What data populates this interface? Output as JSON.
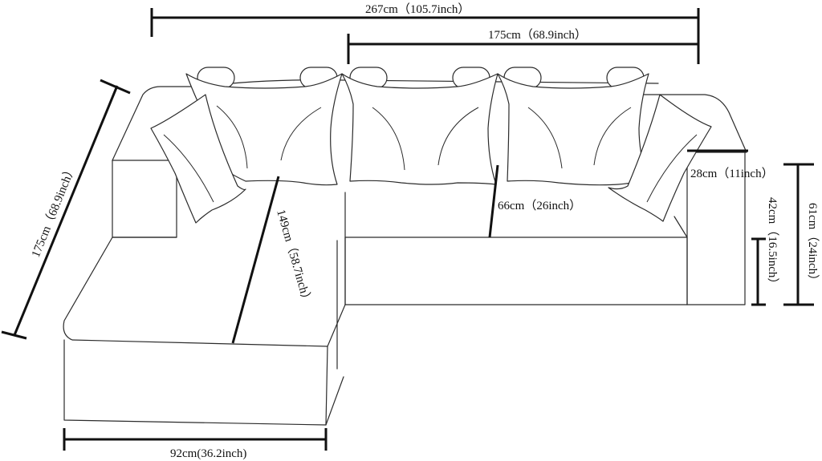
{
  "dimensions": {
    "overall_width": "267cm（105.7inch）",
    "back_width": "175cm（68.9inch）",
    "chaise_length": "175cm（68.9inch）",
    "chaise_depth": "149cm（58.7inch）",
    "seat_depth": "66cm（26inch）",
    "arm_width": "28cm（11inch）",
    "seat_height": "42cm（16.5inch）",
    "total_height": "61cm（24inch）",
    "chaise_width": "92cm(36.2inch)"
  }
}
